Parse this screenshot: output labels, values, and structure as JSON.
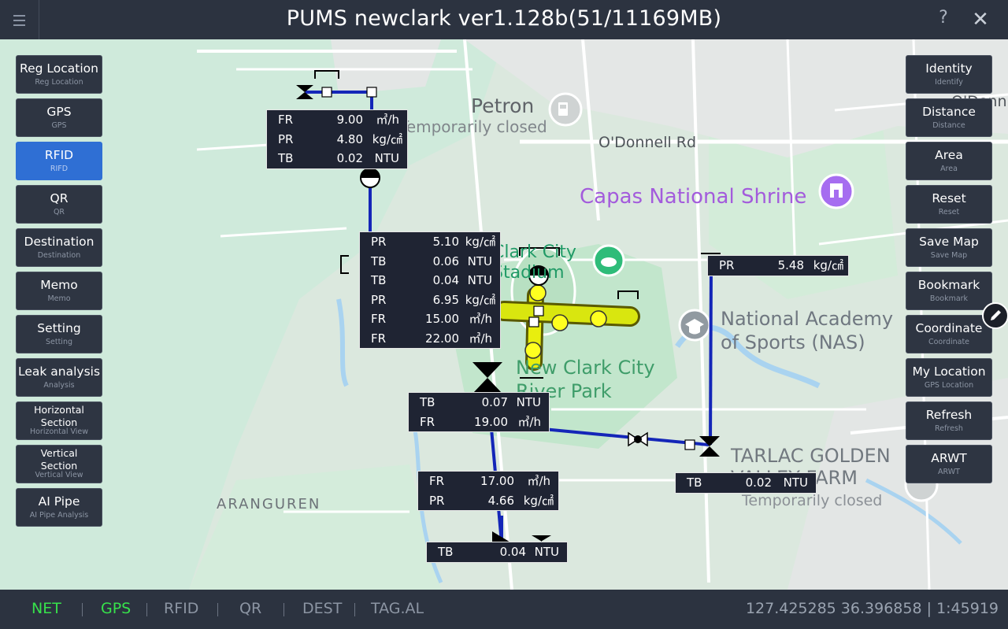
{
  "app": {
    "title": "PUMS newclark ver1.128b(51/11169MB)",
    "help_label": "?",
    "close_label": "✕"
  },
  "left_menu": [
    {
      "label": "Reg Location",
      "sub": "Reg Location"
    },
    {
      "label": "GPS",
      "sub": "GPS"
    },
    {
      "label": "RFID",
      "sub": "RIFD",
      "active": true
    },
    {
      "label": "QR",
      "sub": "QR"
    },
    {
      "label": "Destination",
      "sub": "Destination"
    },
    {
      "label": "Memo",
      "sub": "Memo"
    },
    {
      "label": "Setting",
      "sub": "Setting"
    },
    {
      "label": "Leak analysis",
      "sub": "Analysis"
    },
    {
      "label": "Horizontal Section",
      "sub": "Horizontal View"
    },
    {
      "label": "Vertical Section",
      "sub": "Vertical View"
    },
    {
      "label": "AI Pipe",
      "sub": "AI Pipe Analysis"
    }
  ],
  "right_menu": [
    {
      "label": "Identity",
      "sub": "Identify"
    },
    {
      "label": "Distance",
      "sub": "Distance"
    },
    {
      "label": "Area",
      "sub": "Area"
    },
    {
      "label": "Reset",
      "sub": "Reset"
    },
    {
      "label": "Save Map",
      "sub": "Save Map"
    },
    {
      "label": "Bookmark",
      "sub": "Bookmark"
    },
    {
      "label": "Coordinate",
      "sub": "Coordinate"
    },
    {
      "label": "My Location",
      "sub": "GPS Location"
    },
    {
      "label": "Refresh",
      "sub": "Refresh"
    },
    {
      "label": "ARWT",
      "sub": "ARWT"
    }
  ],
  "map_labels": {
    "petron": "Petron",
    "petron_status": "Temporarily closed",
    "odonnell": "O'Donnell Rd",
    "odonnell_edge": "O'Donn",
    "capas": "Capas National Shrine",
    "stadium": "Clark City Stadium",
    "academy": "National Academy of Sports (NAS)",
    "river_park": "New Clark City River Park",
    "tarlac": "TARLAC GOLDEN VALLEY FARM",
    "tarlac_status": "Temporarily closed",
    "aranguren": "ARANGUREN"
  },
  "sensor_boxes": {
    "box1": [
      {
        "label": "FR",
        "value": "9.00",
        "unit": "㎥/h"
      },
      {
        "label": "PR",
        "value": "4.80",
        "unit": "kg/㎠"
      },
      {
        "label": "TB",
        "value": "0.02",
        "unit": "NTU"
      }
    ],
    "box2": [
      {
        "label": "PR",
        "value": "5.10",
        "unit": "kg/㎠"
      },
      {
        "label": "TB",
        "value": "0.06",
        "unit": "NTU"
      },
      {
        "label": "TB",
        "value": "0.04",
        "unit": "NTU"
      },
      {
        "label": "PR",
        "value": "6.95",
        "unit": "kg/㎠"
      },
      {
        "label": "FR",
        "value": "15.00",
        "unit": "㎥/h"
      },
      {
        "label": "FR",
        "value": "22.00",
        "unit": "㎥/h"
      }
    ],
    "box3": [
      {
        "label": "PR",
        "value": "5.48",
        "unit": "kg/㎠"
      }
    ],
    "box4": [
      {
        "label": "TB",
        "value": "0.07",
        "unit": "NTU"
      },
      {
        "label": "FR",
        "value": "19.00",
        "unit": "㎥/h"
      }
    ],
    "box5": [
      {
        "label": "TB",
        "value": "0.02",
        "unit": "NTU"
      }
    ],
    "box6": [
      {
        "label": "FR",
        "value": "17.00",
        "unit": "㎥/h"
      },
      {
        "label": "PR",
        "value": "4.66",
        "unit": "kg/㎠"
      }
    ],
    "box7": [
      {
        "label": "TB",
        "value": "0.04",
        "unit": "NTU"
      }
    ]
  },
  "status_bar": {
    "items": [
      {
        "label": "NET",
        "active": true
      },
      {
        "label": "GPS",
        "active": true
      },
      {
        "label": "RFID",
        "active": false
      },
      {
        "label": "QR",
        "active": false
      },
      {
        "label": "DEST",
        "active": false
      },
      {
        "label": "TAG.AL",
        "active": false
      }
    ],
    "coordinates": "127.425285 36.396858",
    "scale": "1:45919",
    "separator": "|"
  },
  "colors": {
    "bar": "#2c3340",
    "accent": "#2f6fd4",
    "pipe": "#1426b8",
    "status_active": "#37e24b"
  },
  "icons": [
    "menu-icon",
    "help-icon",
    "close-icon",
    "fuel-icon",
    "shrine-icon",
    "stadium-icon",
    "school-icon",
    "pencil-icon",
    "valve-icon",
    "meter-icon"
  ]
}
